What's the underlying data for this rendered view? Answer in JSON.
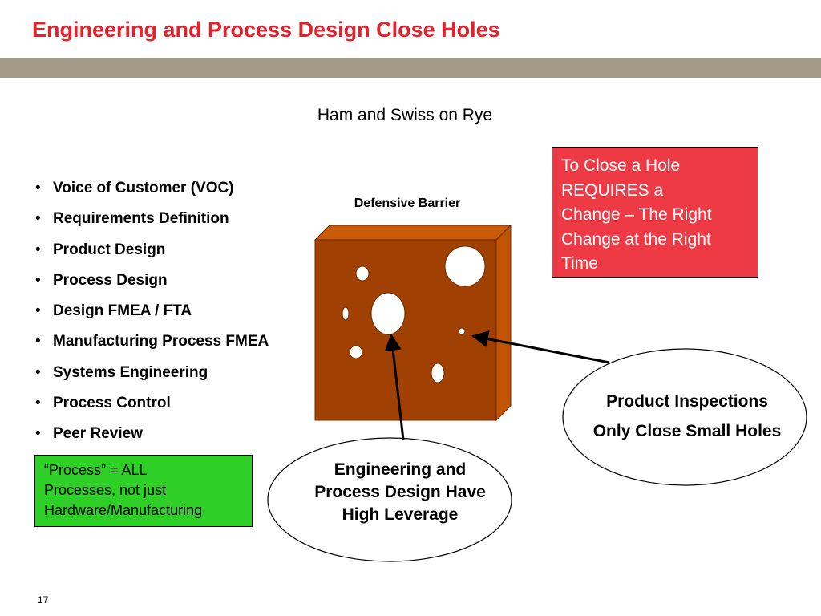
{
  "slide": {
    "title": "Engineering and Process Design Close Holes",
    "subtitle": "Ham and Swiss on Rye",
    "page_number": "17"
  },
  "bullets": [
    "Voice of Customer (VOC)",
    "Requirements Definition",
    "Product Design",
    "Process Design",
    "Design FMEA / FTA",
    "Manufacturing Process FMEA",
    "Systems Engineering",
    "Process Control",
    "Peer Review"
  ],
  "process_note": {
    "lines": [
      "“Process” = ALL",
      "Processes, not just",
      "Hardware/Manufacturing"
    ],
    "color": "#2ecf27"
  },
  "hole_note": {
    "lines": [
      "To Close a Hole",
      "REQUIRES a",
      "Change – The Right",
      "Change at the Right",
      "Time"
    ],
    "color": "#ee3a45"
  },
  "barrier": {
    "label": "Defensive Barrier",
    "front_color": "#a04103",
    "side_color": "#c25504",
    "top_color": "#c85a08"
  },
  "callouts": {
    "engineering": [
      "Engineering and",
      "Process Design Have",
      "High Leverage"
    ],
    "inspection": [
      "Product Inspections",
      "Only Close Small Holes"
    ]
  },
  "colors": {
    "title": "#e3232c",
    "band": "#a39a88"
  }
}
